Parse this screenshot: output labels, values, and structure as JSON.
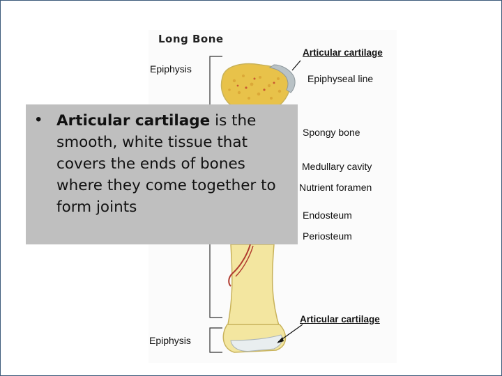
{
  "figure": {
    "title": "Long Bone",
    "labels": {
      "epiphysis_top": "Epiphysis",
      "epiphysis_bottom": "Epiphysis",
      "articular_cartilage_top": "Articular cartilage",
      "articular_cartilage_bottom": "Articular cartilage",
      "epiphyseal_line": "Epiphyseal line",
      "spongy_bone": "Spongy bone",
      "medullary_cavity": "Medullary cavity",
      "nutrient_foramen": "Nutrient foramen",
      "endosteum": "Endosteum",
      "periosteum": "Periosteum"
    }
  },
  "callout": {
    "term": "Articular cartilage",
    "definition": " is the smooth, white tissue that covers the ends of bones where they come together to form joints"
  },
  "colors": {
    "bone": "#f3e6a0",
    "bone_outline": "#c8b25a",
    "spongy": "#e8c24a",
    "cartilage": "#e9eef0",
    "vessel": "#b03a2e",
    "callout_bg": "#bfbfbf",
    "slide_border": "#3b5a7a"
  }
}
